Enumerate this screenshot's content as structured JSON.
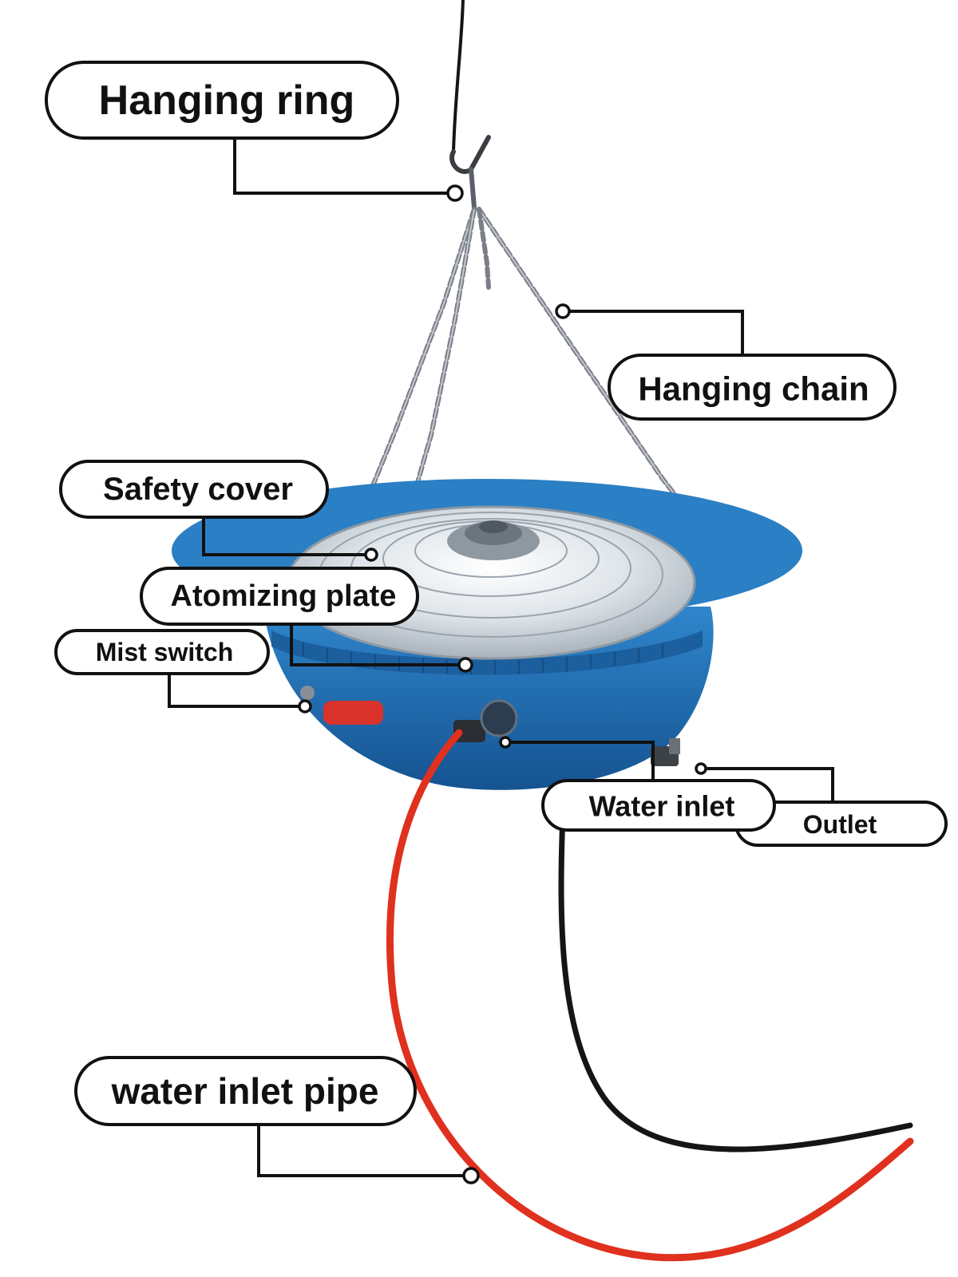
{
  "title": "Hanging mist fan components",
  "labels": {
    "hanging_ring": "Hanging ring",
    "hanging_chain": "Hanging chain",
    "safety_cover": "Safety cover",
    "atomizing_plate": "Atomizing plate",
    "mist_switch": "Mist switch",
    "water_inlet": "Water inlet",
    "outlet": "Outlet",
    "water_inlet_pipe": "water inlet pipe"
  },
  "colors": {
    "body_blue": "#2b7fc4",
    "body_dark_blue": "#1a5e9c",
    "pipe_red": "#e0301e",
    "cable_black": "#151515",
    "chain_grey": "#7a7f86",
    "switch_red": "#d8322a"
  }
}
